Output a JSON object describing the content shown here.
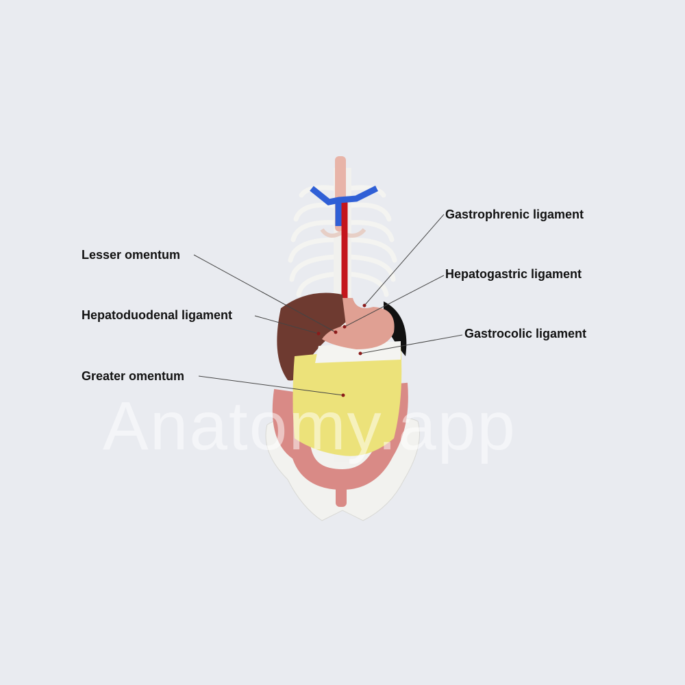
{
  "watermark": "Anatomy.app",
  "labels": {
    "lesser_omentum": "Lesser omentum",
    "hepatoduodenal": "Hepatoduodenal ligament",
    "greater_omentum": "Greater omentum",
    "gastrophrenic": "Gastrophrenic ligament",
    "hepatogastric": "Hepatogastric ligament",
    "gastrocolic": "Gastrocolic ligament"
  },
  "colors": {
    "background": "#e9ebf0",
    "pointer": "#8b1a1a",
    "leader": "#444444",
    "omentum": "#ece27a",
    "liver": "#6e3a30",
    "stomach": "#e0a093",
    "intestine": "#d98a86",
    "bone": "#f2f2ef",
    "vein": "#2f5fd6",
    "artery": "#c4161c"
  }
}
